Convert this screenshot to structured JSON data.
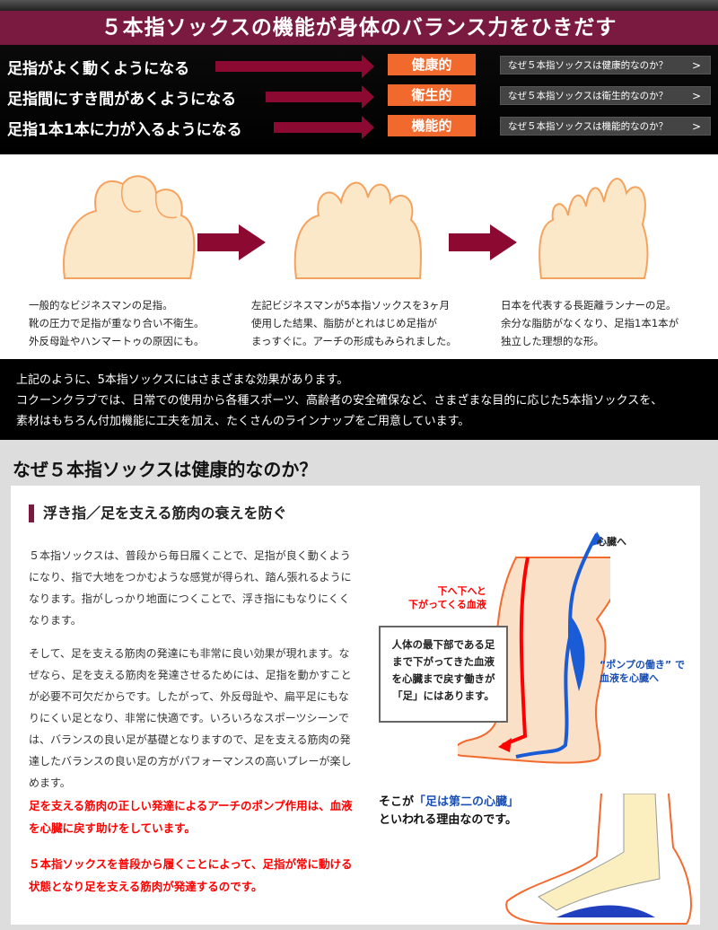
{
  "banner": {
    "title": "５本指ソックスの機能が身体のバランス力をひきだす"
  },
  "rows": [
    {
      "label": "足指がよく動くようになる",
      "tag": "健康的",
      "button": "なぜ５本指ソックスは健康的なのか？",
      "chev": ">"
    },
    {
      "label": "足指間にすき間があくようになる",
      "tag": "衛生的",
      "button": "なぜ５本指ソックスは衛生的なのか？",
      "chev": ">"
    },
    {
      "label": "足指1本1本に力が入るようになる",
      "tag": "機能的",
      "button": "なぜ５本指ソックスは機能的なのか？",
      "chev": ">"
    }
  ],
  "feet": [
    {
      "lines": [
        "一般的なビジネスマンの足指。",
        "靴の圧力で足指が重なり合い不衛生。",
        "外反母趾やハンマートゥの原因にも。"
      ]
    },
    {
      "lines": [
        "左記ビジネスマンが5本指ソックスを3ヶ月",
        "使用した結果、脂肪がとれはじめ足指が",
        "まっすぐに。アーチの形成もみられました。"
      ]
    },
    {
      "lines": [
        "日本を代表する長距離ランナーの足。",
        "余分な脂肪がなくなり、足指1本1本が",
        "独立した理想的な形。"
      ]
    }
  ],
  "summary": [
    "上記のように、5本指ソックスにはさまざまな効果があります。",
    "コクーンクラブでは、日常での使用から各種スポーツ、高齢者の安全確保など、さまざまな目的に応じた5本指ソックスを、",
    "素材はもちろん付加機能に工夫を加え、たくさんのラインナップをご用意しています。"
  ],
  "section": {
    "title": "なぜ５本指ソックスは健康的なのか？",
    "subtitle": "浮き指／足を支える筋肉の衰えを防ぐ",
    "para1": "５本指ソックスは、普段から毎日履くことで、足指が良く動くようになり、指で大地をつかむような感覚が得られ、踏ん張れるようになります。指がしっかり地面につくことで、浮き指にもなりにくくなります。",
    "para2": "そして、足を支える筋肉の発達にも非常に良い効果が現れます。なぜなら、足を支える筋肉を発達させるためには、足指を動かすことが必要不可欠だからです。したがって、外反母趾や、扁平足にもなりにくい足となり、非常に快適です。いろいろなスポーツシーンでは、バランスの良い足が基礎となりますので、足を支える筋肉の発達したバランスの良い足の方がパフォーマンスの高いプレーが楽しめます。",
    "red1": "足を支える筋肉の正しい発達によるアーチのポンプ作用は、血液を心臓に戻す助けをしています。",
    "red2": "５本指ソックスを普段から履くことによって、足指が常に動ける状態となり足を支える筋肉が発達するのです。"
  },
  "diagram": {
    "to_heart": "心臓へ",
    "down_note": [
      "下へ下へと",
      "下がってくる血液"
    ],
    "pump_note": [
      "“ポンプの働き” で",
      "血液を心臓へ"
    ],
    "box": [
      "人体の最下部である足",
      "まで下がってきた血液",
      "を心臓まで戻す働きが",
      "「足」にはあります。"
    ],
    "second_pre": "そこが",
    "second_em": "「足は第二の心臓」",
    "second_post": "といわれる理由なのです。"
  }
}
